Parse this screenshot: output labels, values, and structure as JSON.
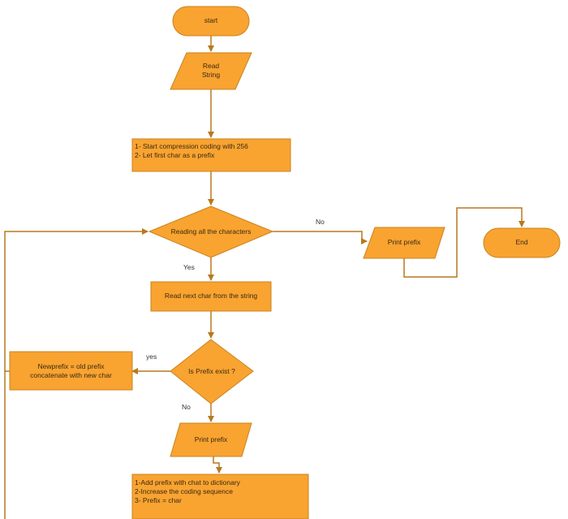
{
  "colors": {
    "fill": "#F9A331",
    "stroke": "#C9831E",
    "arrow": "#B7791F",
    "text": "#3a2a10"
  },
  "nodes": {
    "start": "start",
    "read_string": "Read\nString",
    "init": "1- Start compression coding with 256\n2- Let first char as a prefix",
    "reading_all": "Reading all the characters",
    "print_prefix_right": "Print prefix",
    "end": "End",
    "read_next": "Read next char from the string",
    "is_prefix": "Is Prefix exist ?",
    "newprefix": "Newprefix = old prefix\nconcatenate with new char",
    "print_prefix_bottom": "Print prefix",
    "add_prefix": "1-Add prefix with chat to dictionary\n2-Increase the coding sequence\n3- Prefix = char"
  },
  "edge_labels": {
    "no_top": "No",
    "yes_top": "Yes",
    "yes_mid": "yes",
    "no_mid": "No"
  }
}
